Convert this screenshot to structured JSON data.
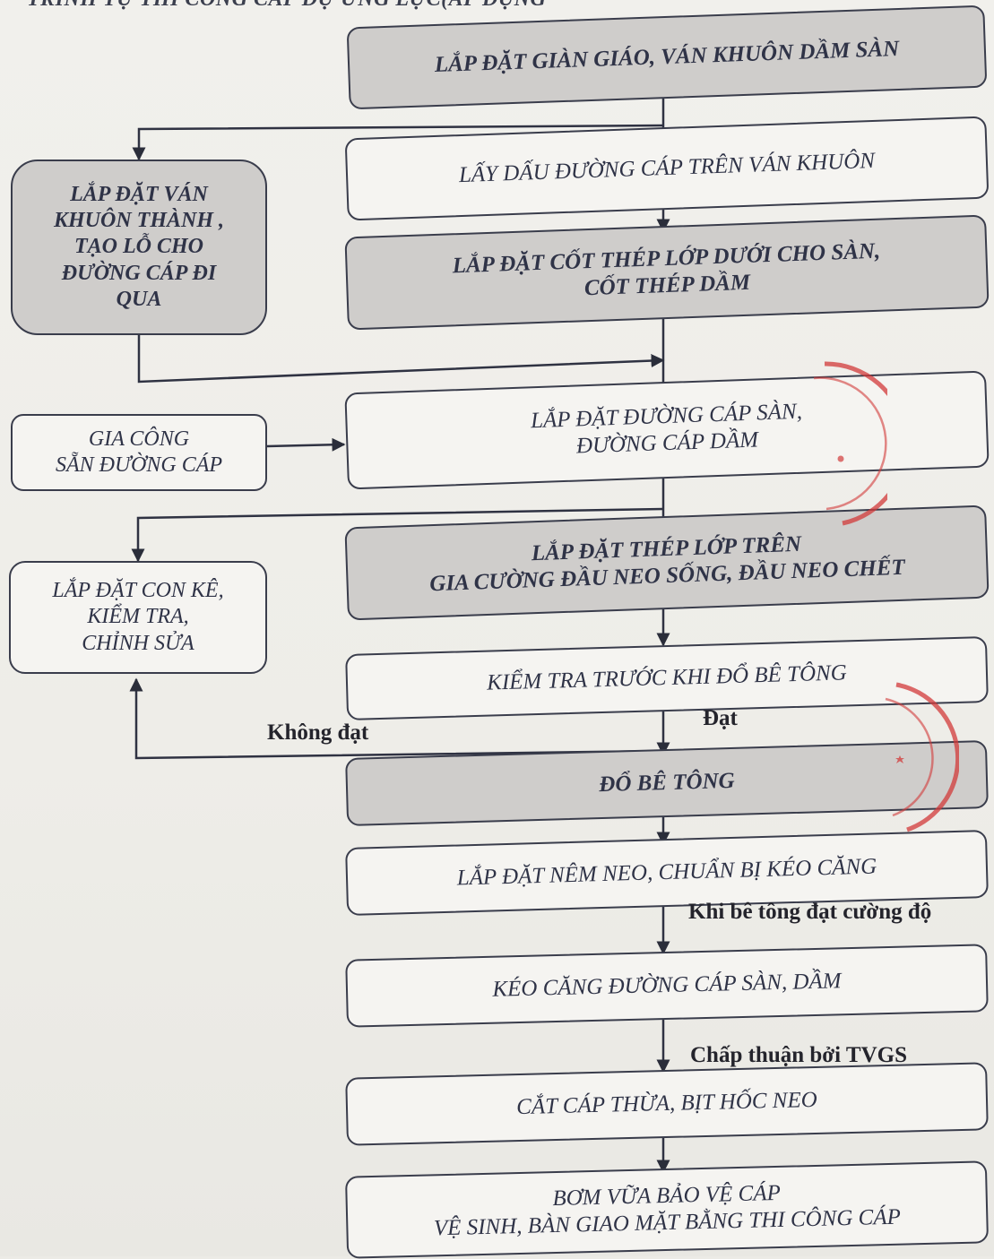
{
  "header": {
    "title": "TRÌNH TỰ THI CÔNG CÁP DỰ ỨNG LỰC(ÁP DỤNG"
  },
  "steps": {
    "s1": "LẮP ĐẶT GIÀN GIÁO, VÁN KHUÔN DẦM SÀN",
    "s2": "LẤY DẤU ĐƯỜNG CÁP TRÊN VÁN KHUÔN",
    "s3": "LẮP ĐẶT CỐT THÉP LỚP DƯỚI CHO SÀN,\nCỐT THÉP DẦM",
    "s4": "LẮP ĐẶT ĐƯỜNG CÁP SÀN,\nĐƯỜNG CÁP DẦM",
    "s5": "LẮP ĐẶT THÉP LỚP TRÊN\nGIA CƯỜNG ĐẦU NEO SỐNG, ĐẦU NEO CHẾT",
    "s6": "KIỂM TRA TRƯỚC KHI ĐỔ BÊ TÔNG",
    "s7": "ĐỔ BÊ TÔNG",
    "s8": "LẮP ĐẶT NÊM NEO, CHUẨN BỊ KÉO CĂNG",
    "s9": "KÉO CĂNG ĐƯỜNG CÁP SÀN, DẦM",
    "s10": "CẮT CÁP THỪA, BỊT HỐC NEO",
    "s11": "BƠM VỮA BẢO VỆ CÁP\nVỆ SINH, BÀN GIAO MẶT BẰNG THI CÔNG CÁP"
  },
  "side": {
    "a": "LẮP ĐẶT VÁN\nKHUÔN THÀNH ,\nTẠO LỖ CHO\nĐƯỜNG CÁP ĐI\nQUA",
    "b": "GIA CÔNG\nSẴN ĐƯỜNG CÁP",
    "c": "LẮP ĐẶT CON KÊ,\nKIỂM TRA,\nCHỈNH SỬA"
  },
  "labels": {
    "fail": "Không đạt",
    "pass": "Đạt",
    "strength": "Khi bê tông đạt cường độ",
    "approved": "Chấp thuận bởi TVGS"
  },
  "colors": {
    "stroke": "#3a3d4c",
    "grey_fill": "#cfcdcb",
    "white_fill": "#f5f4f1",
    "stamp": "#d23a3a"
  }
}
